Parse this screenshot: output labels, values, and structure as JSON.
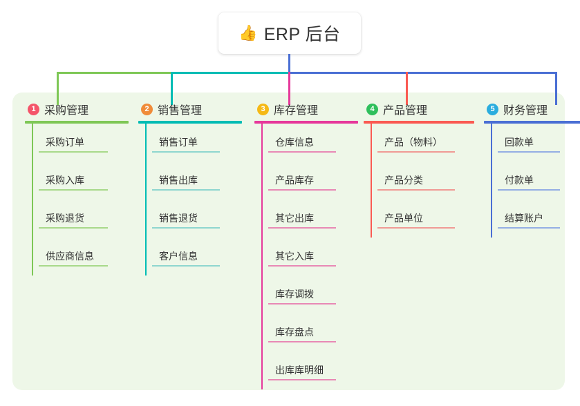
{
  "root": {
    "icon": "thumbs-up-icon",
    "emoji": "👍",
    "title": "ERP 后台"
  },
  "palette": {
    "panel_bg": "#eef7e8",
    "page_bg": "#ffffff",
    "text": "#333333",
    "bus_green": "#7ec756",
    "bus_teal": "#00bcb4",
    "bus_blue": "#4a6fd4"
  },
  "columns": [
    {
      "index": "1",
      "title": "采购管理",
      "badge_color": "#f4556a",
      "line_color": "#7ec756",
      "sub_line_color": "#a8d98a",
      "items": [
        {
          "label": "采购订单"
        },
        {
          "label": "采购入库"
        },
        {
          "label": "采购退货"
        },
        {
          "label": "供应商信息"
        }
      ]
    },
    {
      "index": "2",
      "title": "销售管理",
      "badge_color": "#f08c3a",
      "line_color": "#00bcb4",
      "sub_line_color": "#8ed6cf",
      "items": [
        {
          "label": "销售订单"
        },
        {
          "label": "销售出库"
        },
        {
          "label": "销售退货"
        },
        {
          "label": "客户信息"
        }
      ]
    },
    {
      "index": "3",
      "title": "库存管理",
      "badge_color": "#f5b916",
      "line_color": "#e6399b",
      "sub_line_color": "#e889b5",
      "items": [
        {
          "label": "仓库信息"
        },
        {
          "label": "产品库存"
        },
        {
          "label": "其它出库"
        },
        {
          "label": "其它入库"
        },
        {
          "label": "库存调拨"
        },
        {
          "label": "库存盘点"
        },
        {
          "label": "出库库明细"
        }
      ]
    },
    {
      "index": "4",
      "title": "产品管理",
      "badge_color": "#2fbf5c",
      "line_color": "#fa5a52",
      "sub_line_color": "#f09a95",
      "items": [
        {
          "label": "产品（物料）"
        },
        {
          "label": "产品分类"
        },
        {
          "label": "产品单位"
        }
      ]
    },
    {
      "index": "5",
      "title": "财务管理",
      "badge_color": "#2badde",
      "line_color": "#4a6fd4",
      "sub_line_color": "#94aee4",
      "items": [
        {
          "label": "回款单"
        },
        {
          "label": "付款单"
        },
        {
          "label": "结算账户"
        }
      ]
    }
  ]
}
